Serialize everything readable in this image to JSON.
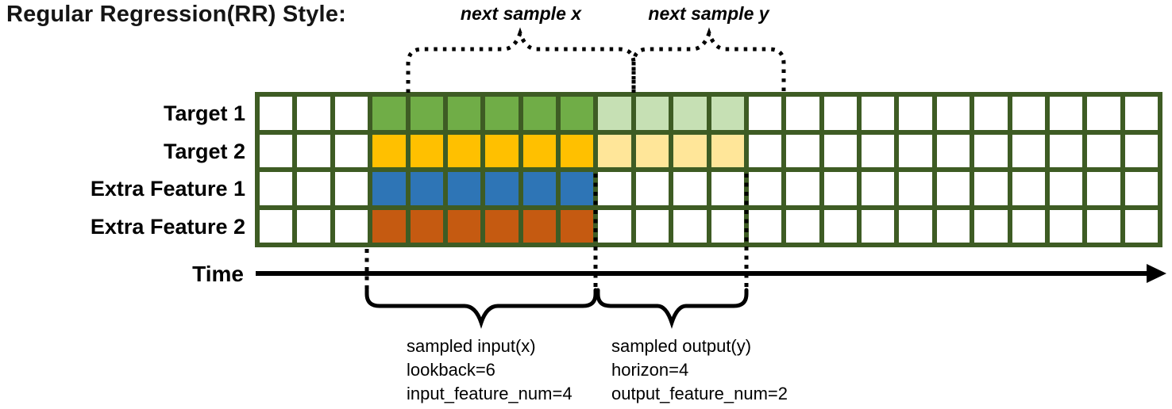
{
  "title": "Regular Regression(RR) Style:",
  "top_annotations": {
    "x_label": "next sample x",
    "y_label": "next sample y"
  },
  "time_axis": {
    "label": "Time"
  },
  "bottom_annotations": {
    "input": {
      "lines": [
        "sampled input(x)",
        "lookback=6",
        "input_feature_num=4"
      ]
    },
    "output": {
      "lines": [
        "sampled output(y)",
        "horizon=4",
        "output_feature_num=2"
      ]
    }
  },
  "colors": {
    "grid_line": "#3e5c24",
    "empty_cell": "#ffffff",
    "target1_solid": "#70ad47",
    "target1_light": "#c6e0b4",
    "target2_solid": "#ffc000",
    "target2_light": "#ffe699",
    "extra1_solid": "#2e75b6",
    "extra2_solid": "#c55a11",
    "annotation_black": "#000000"
  },
  "grid": {
    "columns": 24,
    "lookback": 6,
    "horizon": 4,
    "rows": [
      {
        "label": "Target 1",
        "solid_color": "#70ad47",
        "light_color": "#c6e0b4",
        "cells": [
          "w",
          "w",
          "w",
          "s",
          "s",
          "s",
          "s",
          "s",
          "s",
          "l",
          "l",
          "l",
          "l",
          "w",
          "w",
          "w",
          "w",
          "w",
          "w",
          "w",
          "w",
          "w",
          "w",
          "w"
        ]
      },
      {
        "label": "Target 2",
        "solid_color": "#ffc000",
        "light_color": "#ffe699",
        "cells": [
          "w",
          "w",
          "w",
          "s",
          "s",
          "s",
          "s",
          "s",
          "s",
          "l",
          "l",
          "l",
          "l",
          "w",
          "w",
          "w",
          "w",
          "w",
          "w",
          "w",
          "w",
          "w",
          "w",
          "w"
        ]
      },
      {
        "label": "Extra Feature 1",
        "solid_color": "#2e75b6",
        "light_color": "#ffffff",
        "cells": [
          "w",
          "w",
          "w",
          "s",
          "s",
          "s",
          "s",
          "s",
          "s",
          "w",
          "w",
          "w",
          "w",
          "w",
          "w",
          "w",
          "w",
          "w",
          "w",
          "w",
          "w",
          "w",
          "w",
          "w"
        ]
      },
      {
        "label": "Extra Feature 2",
        "solid_color": "#c55a11",
        "light_color": "#ffffff",
        "cells": [
          "w",
          "w",
          "w",
          "s",
          "s",
          "s",
          "s",
          "s",
          "s",
          "w",
          "w",
          "w",
          "w",
          "w",
          "w",
          "w",
          "w",
          "w",
          "w",
          "w",
          "w",
          "w",
          "w",
          "w"
        ]
      }
    ]
  }
}
